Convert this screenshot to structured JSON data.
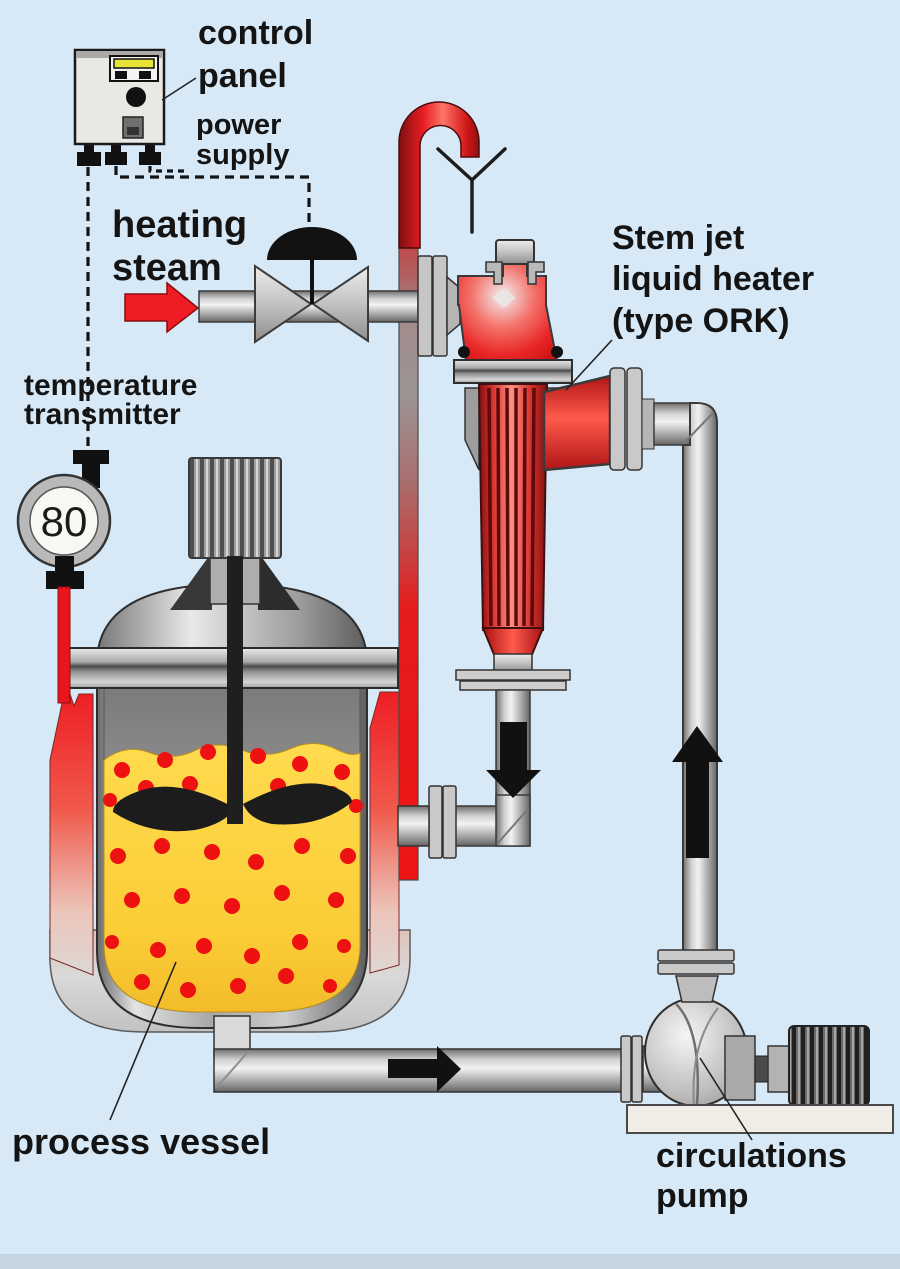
{
  "diagram": {
    "title": "steam jet liquid heating circulation system",
    "labels": {
      "control_panel": "control\npanel",
      "power_supply": "power\nsupply",
      "heating_steam": "heating\nsteam",
      "temperature_transmitter": "temperature\ntransmitter",
      "stem_jet_heater": "Stem jet\nliquid heater\n(type ORK)",
      "process_vessel": "process vessel",
      "circulations_pump": "circulations\npump"
    },
    "gauge": {
      "value": "80"
    },
    "colors": {
      "background": "#d7e9f7",
      "accent_red": "#ee1c24",
      "liquid_yellow": "#fcd03a",
      "metal_gray": "#c9c9c9",
      "indicator_yellow": "#e8e437",
      "dark": "#141414"
    },
    "icons": [
      "control-valve-icon",
      "vent-icon",
      "steam-inlet-arrow-icon",
      "flow-arrow-down-icon",
      "flow-arrow-up-icon",
      "flow-arrow-right-icon",
      "temperature-gauge-icon",
      "stirrer-icon"
    ]
  }
}
